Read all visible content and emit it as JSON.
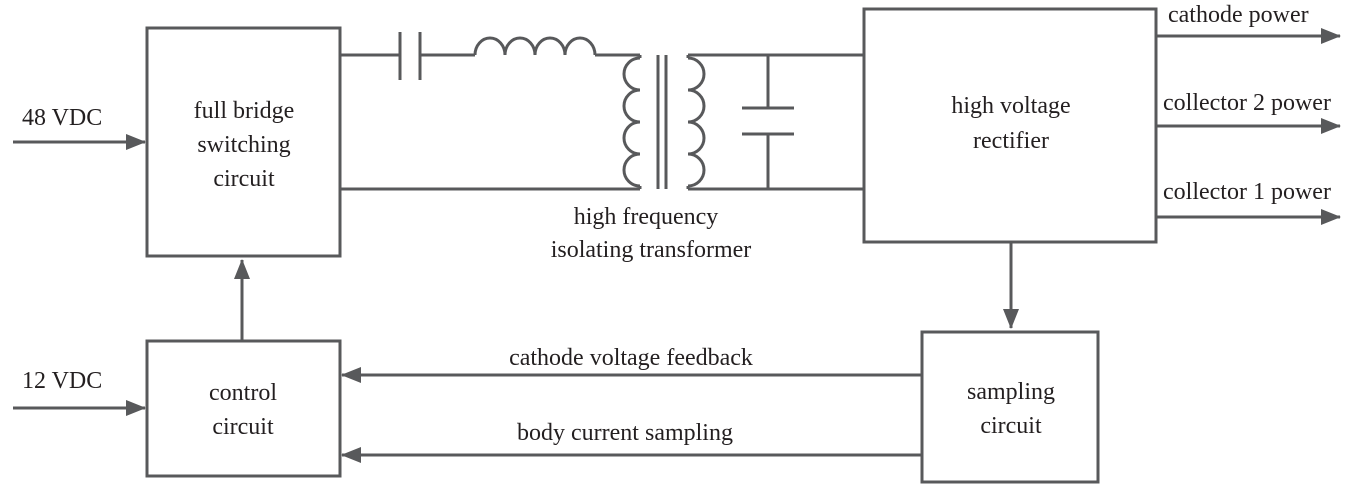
{
  "blocks": {
    "full_bridge": [
      "full bridge",
      "switching",
      "circuit"
    ],
    "hv_rectifier": [
      "high voltage",
      "rectifier"
    ],
    "control": [
      "control",
      "circuit"
    ],
    "sampling": [
      "sampling",
      "circuit"
    ]
  },
  "transformer_label": [
    "high frequency",
    "isolating transformer"
  ],
  "inputs": {
    "v48": "48 VDC",
    "v12": "12 VDC"
  },
  "outputs": {
    "cathode": "cathode power",
    "collector2": "collector 2 power",
    "collector1": "collector 1 power"
  },
  "signals": {
    "feedback": "cathode voltage feedback",
    "body_current": "body current sampling"
  },
  "colors": {
    "line": "#58595b",
    "text": "#231f20",
    "background": "#ffffff"
  }
}
